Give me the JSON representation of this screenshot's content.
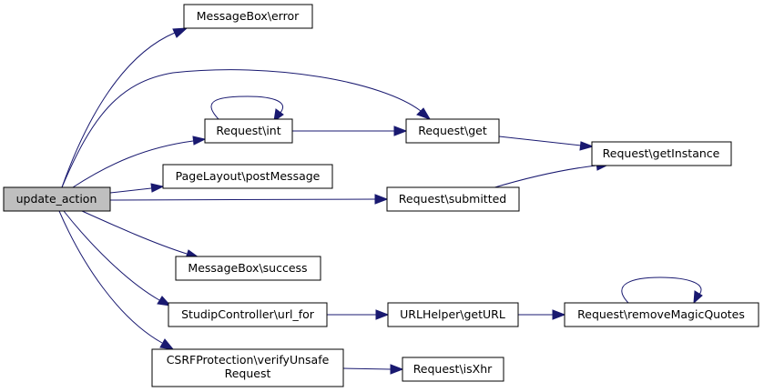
{
  "graph": {
    "title": "update_action",
    "nodes": {
      "update_action": "update_action",
      "messagebox_error": "MessageBox\\error",
      "request_int": "Request\\int",
      "request_get": "Request\\get",
      "request_getinstance": "Request\\getInstance",
      "pagelayout_postmessage": "PageLayout\\postMessage",
      "request_submitted": "Request\\submitted",
      "messagebox_success": "MessageBox\\success",
      "studipcontroller_url_for": "StudipController\\url_for",
      "urlhelper_geturl": "URLHelper\\getURL",
      "request_removemagicquotes": "Request\\removeMagicQuotes",
      "csrf_line1": "CSRFProtection\\verifyUnsafe",
      "csrf_line2": "Request",
      "request_isxhr": "Request\\isXhr"
    },
    "edge_color": "#191970",
    "root_fill": "#bfbfbf"
  }
}
